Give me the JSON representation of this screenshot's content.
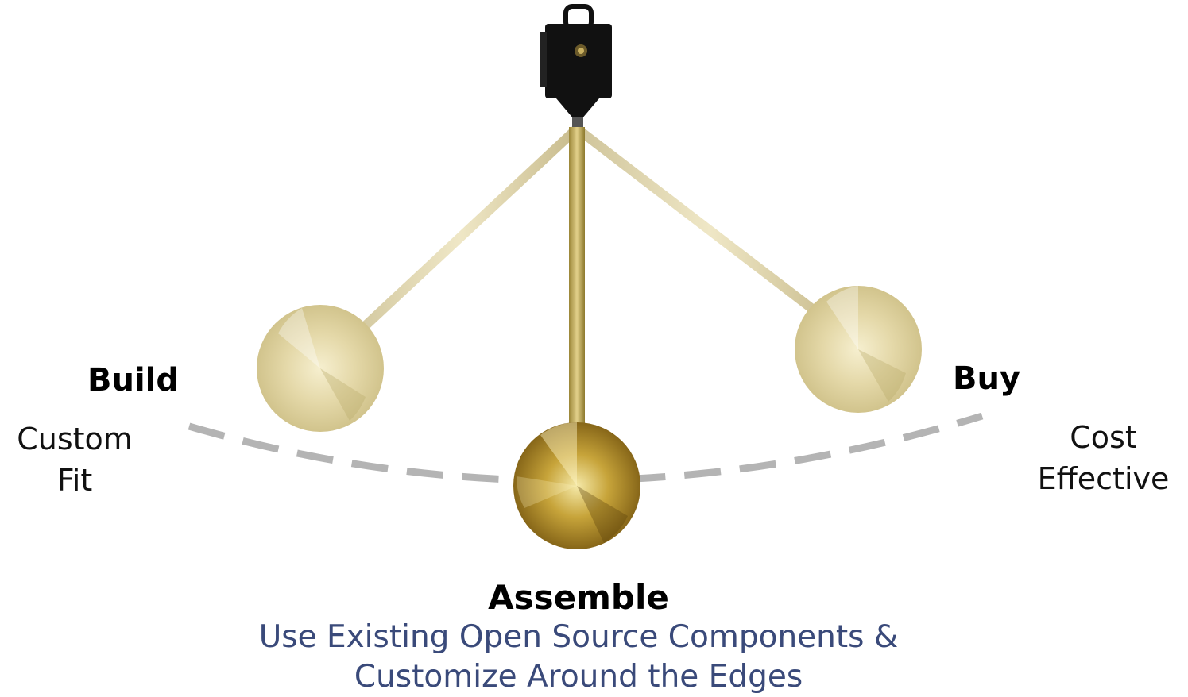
{
  "colors": {
    "accent_text": "#3a4a7a",
    "arc": "#b4b4b4",
    "brass_light": "#e8dca8",
    "brass_dark": "#8a6a10",
    "movement": "#111111"
  },
  "icons": {
    "clock_movement": "clock-movement-icon",
    "pendulum": "pendulum-bob-icon"
  },
  "build": {
    "title": "Build",
    "desc_line1": "Custom",
    "desc_line2": "Fit"
  },
  "buy": {
    "title": "Buy",
    "desc_line1": "Cost",
    "desc_line2": "Effective"
  },
  "assemble": {
    "title": "Assemble",
    "desc_line1": "Use Existing Open Source Components &",
    "desc_line2": "Customize Around the Edges"
  }
}
